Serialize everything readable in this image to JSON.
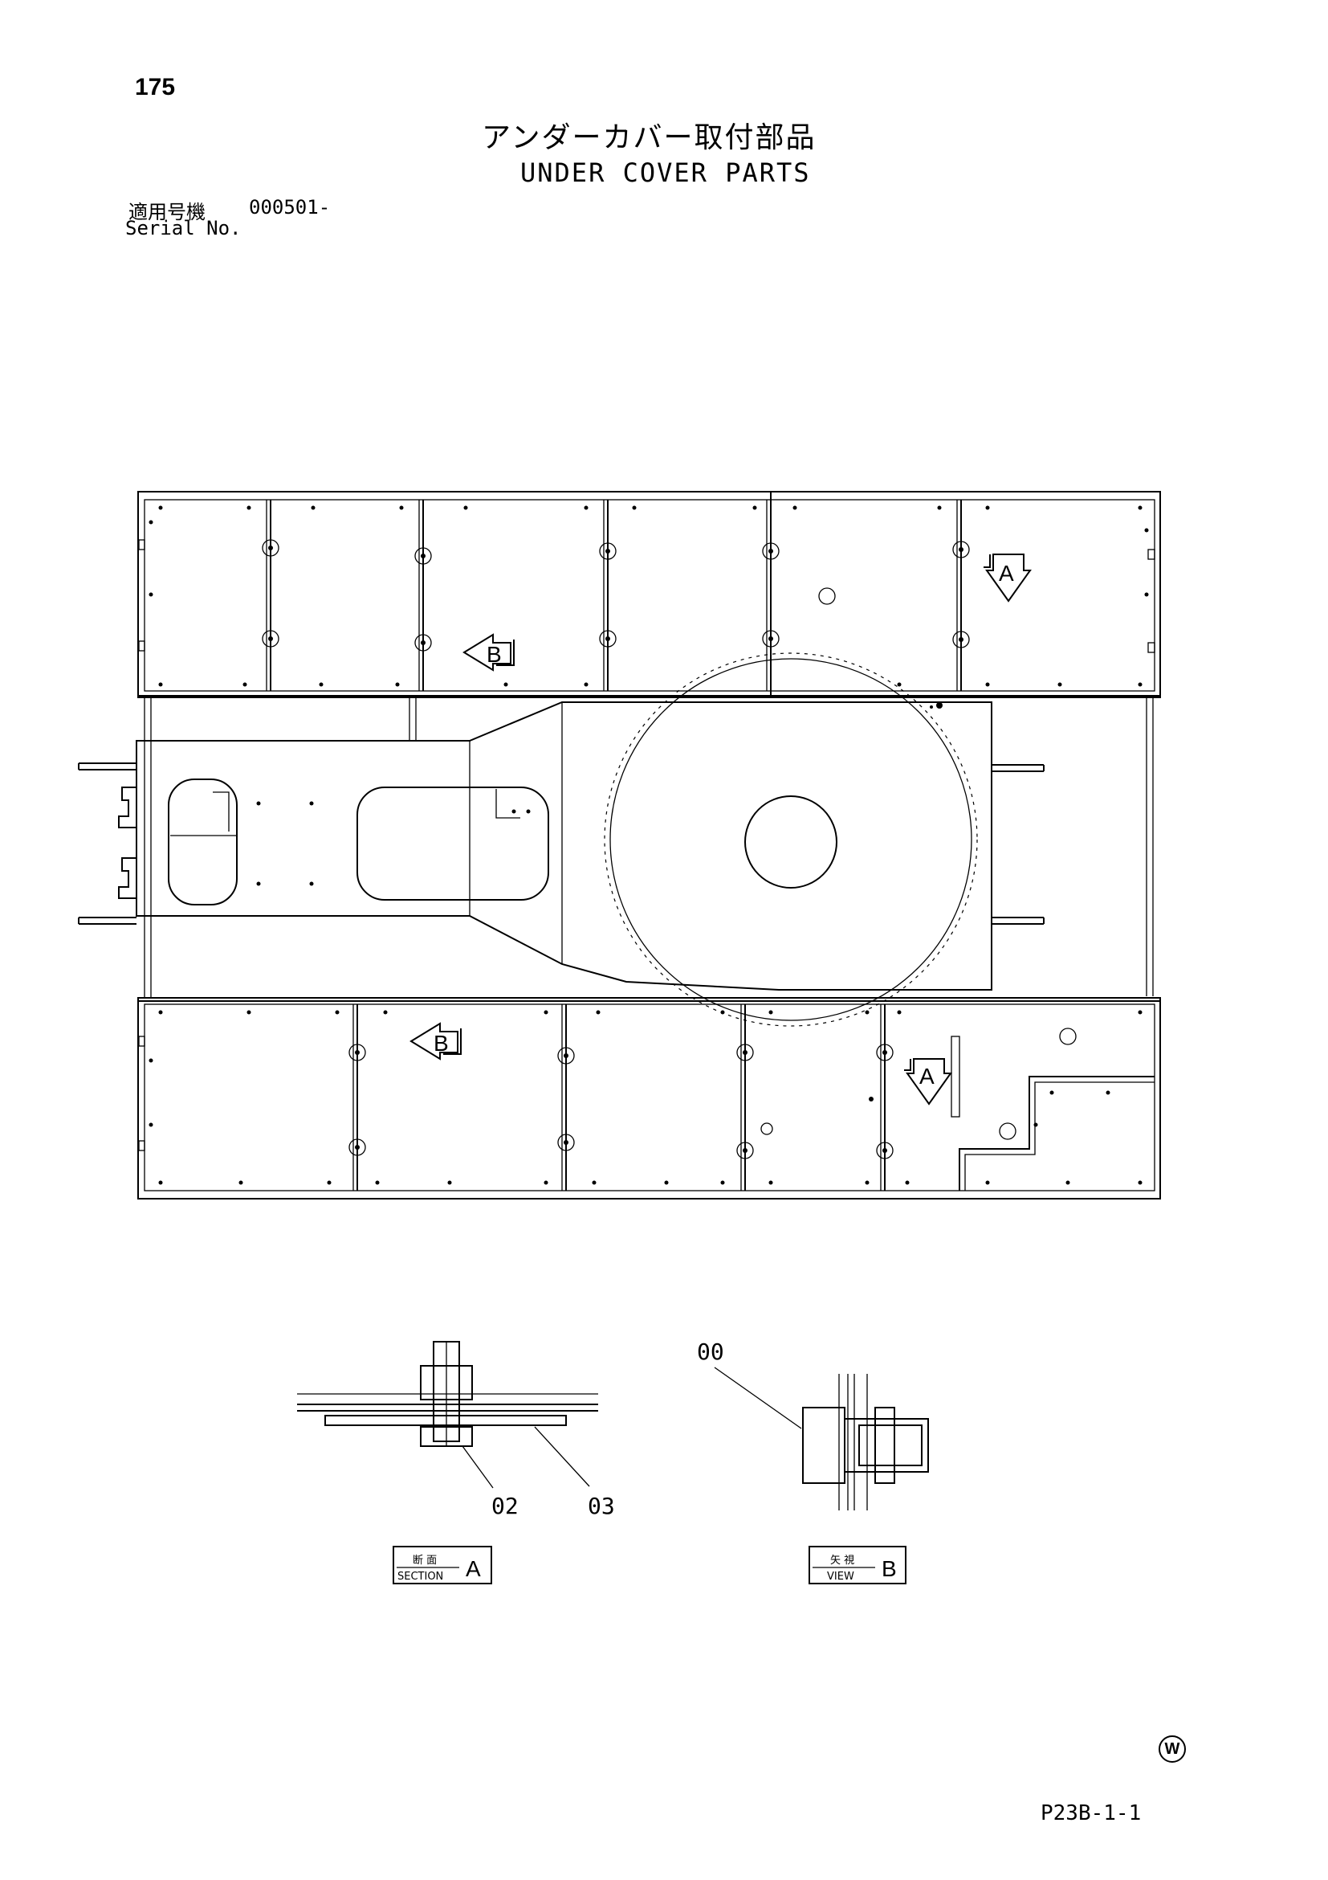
{
  "header": {
    "page_number": "175",
    "title_jp": "アンダーカバー取付部品",
    "title_en": "UNDER COVER PARTS",
    "serial_label_jp": "適用号機",
    "serial_value": "000501-",
    "serial_label_en": "Serial No."
  },
  "callouts": {
    "main_a_top": "A",
    "main_b_top": "B",
    "main_b_bottom": "B",
    "main_a_bottom": "A",
    "part_00": "00",
    "part_02": "02",
    "part_03": "03"
  },
  "section_a": {
    "jp": "断 面",
    "en": "SECTION",
    "letter": "A"
  },
  "view_b": {
    "jp": "矢 視",
    "en": "VIEW",
    "letter": "B"
  },
  "footer": {
    "mark": "W",
    "code": "P23B-1-1"
  }
}
